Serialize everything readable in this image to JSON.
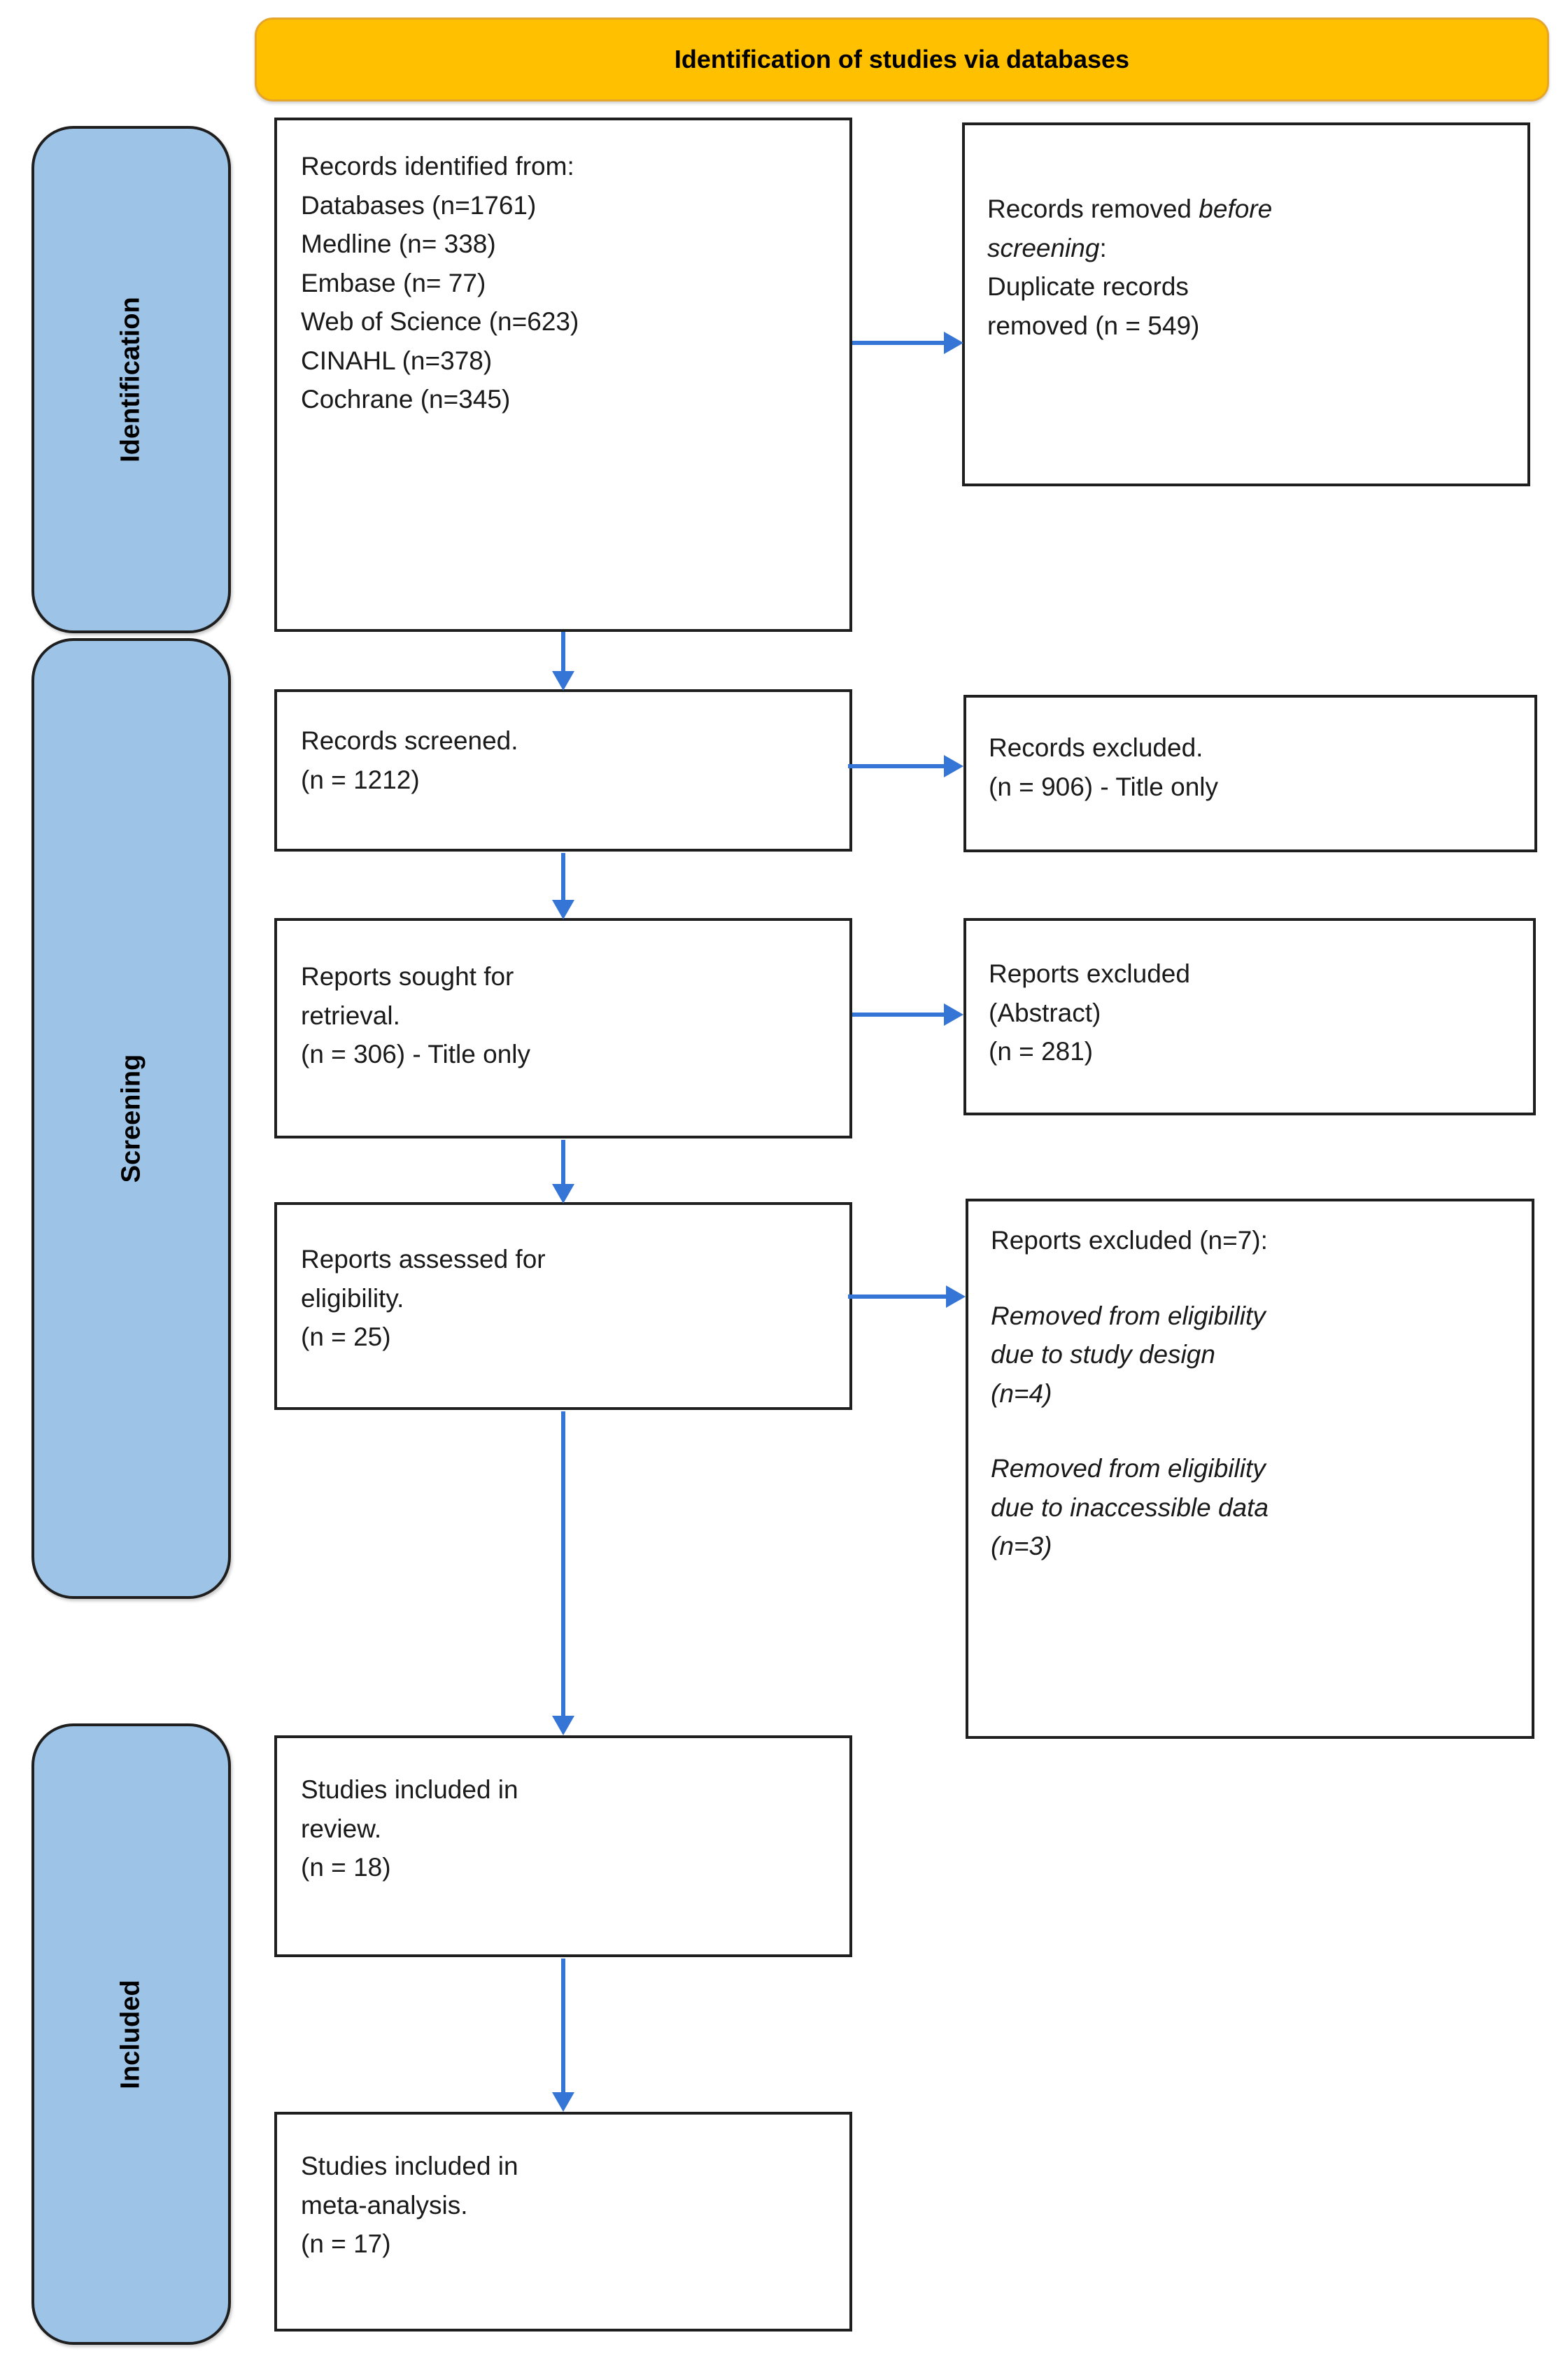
{
  "banner": {
    "label": "Identification of studies via databases"
  },
  "stages": {
    "identification": "Identification",
    "screening": "Screening",
    "included": "Included"
  },
  "boxes": {
    "records_identified": {
      "lines": [
        "Records identified from:",
        "Databases (n=1761)",
        "Medline (n= 338)",
        "Embase (n= 77)",
        "Web of Science (n=623)",
        "CINAHL (n=378)",
        "Cochrane (n=345)"
      ]
    },
    "records_removed": {
      "line1_regular": "Records removed ",
      "line1_italic": "before",
      "line2_italic": "screening",
      "line2_regular": ":",
      "line3": "Duplicate records",
      "line4": "removed (n = 549)"
    },
    "records_screened": {
      "lines": [
        "Records screened.",
        "(n = 1212)"
      ]
    },
    "records_excluded": {
      "lines": [
        "Records excluded.",
        "(n = 906) - Title only"
      ]
    },
    "reports_sought": {
      "lines": [
        "Reports sought for",
        "retrieval.",
        "(n = 306) - Title only"
      ]
    },
    "reports_excluded_abstract": {
      "lines": [
        "Reports excluded",
        "(Abstract)",
        "(n = 281)"
      ]
    },
    "reports_assessed": {
      "lines": [
        "Reports assessed for",
        "eligibility.",
        "(n = 25)"
      ]
    },
    "reports_excluded_eligibility": {
      "title": "Reports excluded (n=7):",
      "para1": [
        "Removed from eligibility",
        "due to study design",
        "(n=4)"
      ],
      "para2": [
        "Removed from eligibility",
        "due to inaccessible data",
        "(n=3)"
      ]
    },
    "studies_included_review": {
      "lines": [
        "Studies included in",
        "review.",
        "(n = 18)"
      ]
    },
    "studies_included_meta": {
      "lines": [
        "Studies included in",
        "meta-analysis.",
        "(n = 17)"
      ]
    }
  },
  "colors": {
    "banner_fill": "#FFC000",
    "banner_border": "#E5A62A",
    "stage_fill": "#9DC3E6",
    "box_border": "#1F1F1F",
    "arrow_blue": "#3575D6"
  }
}
